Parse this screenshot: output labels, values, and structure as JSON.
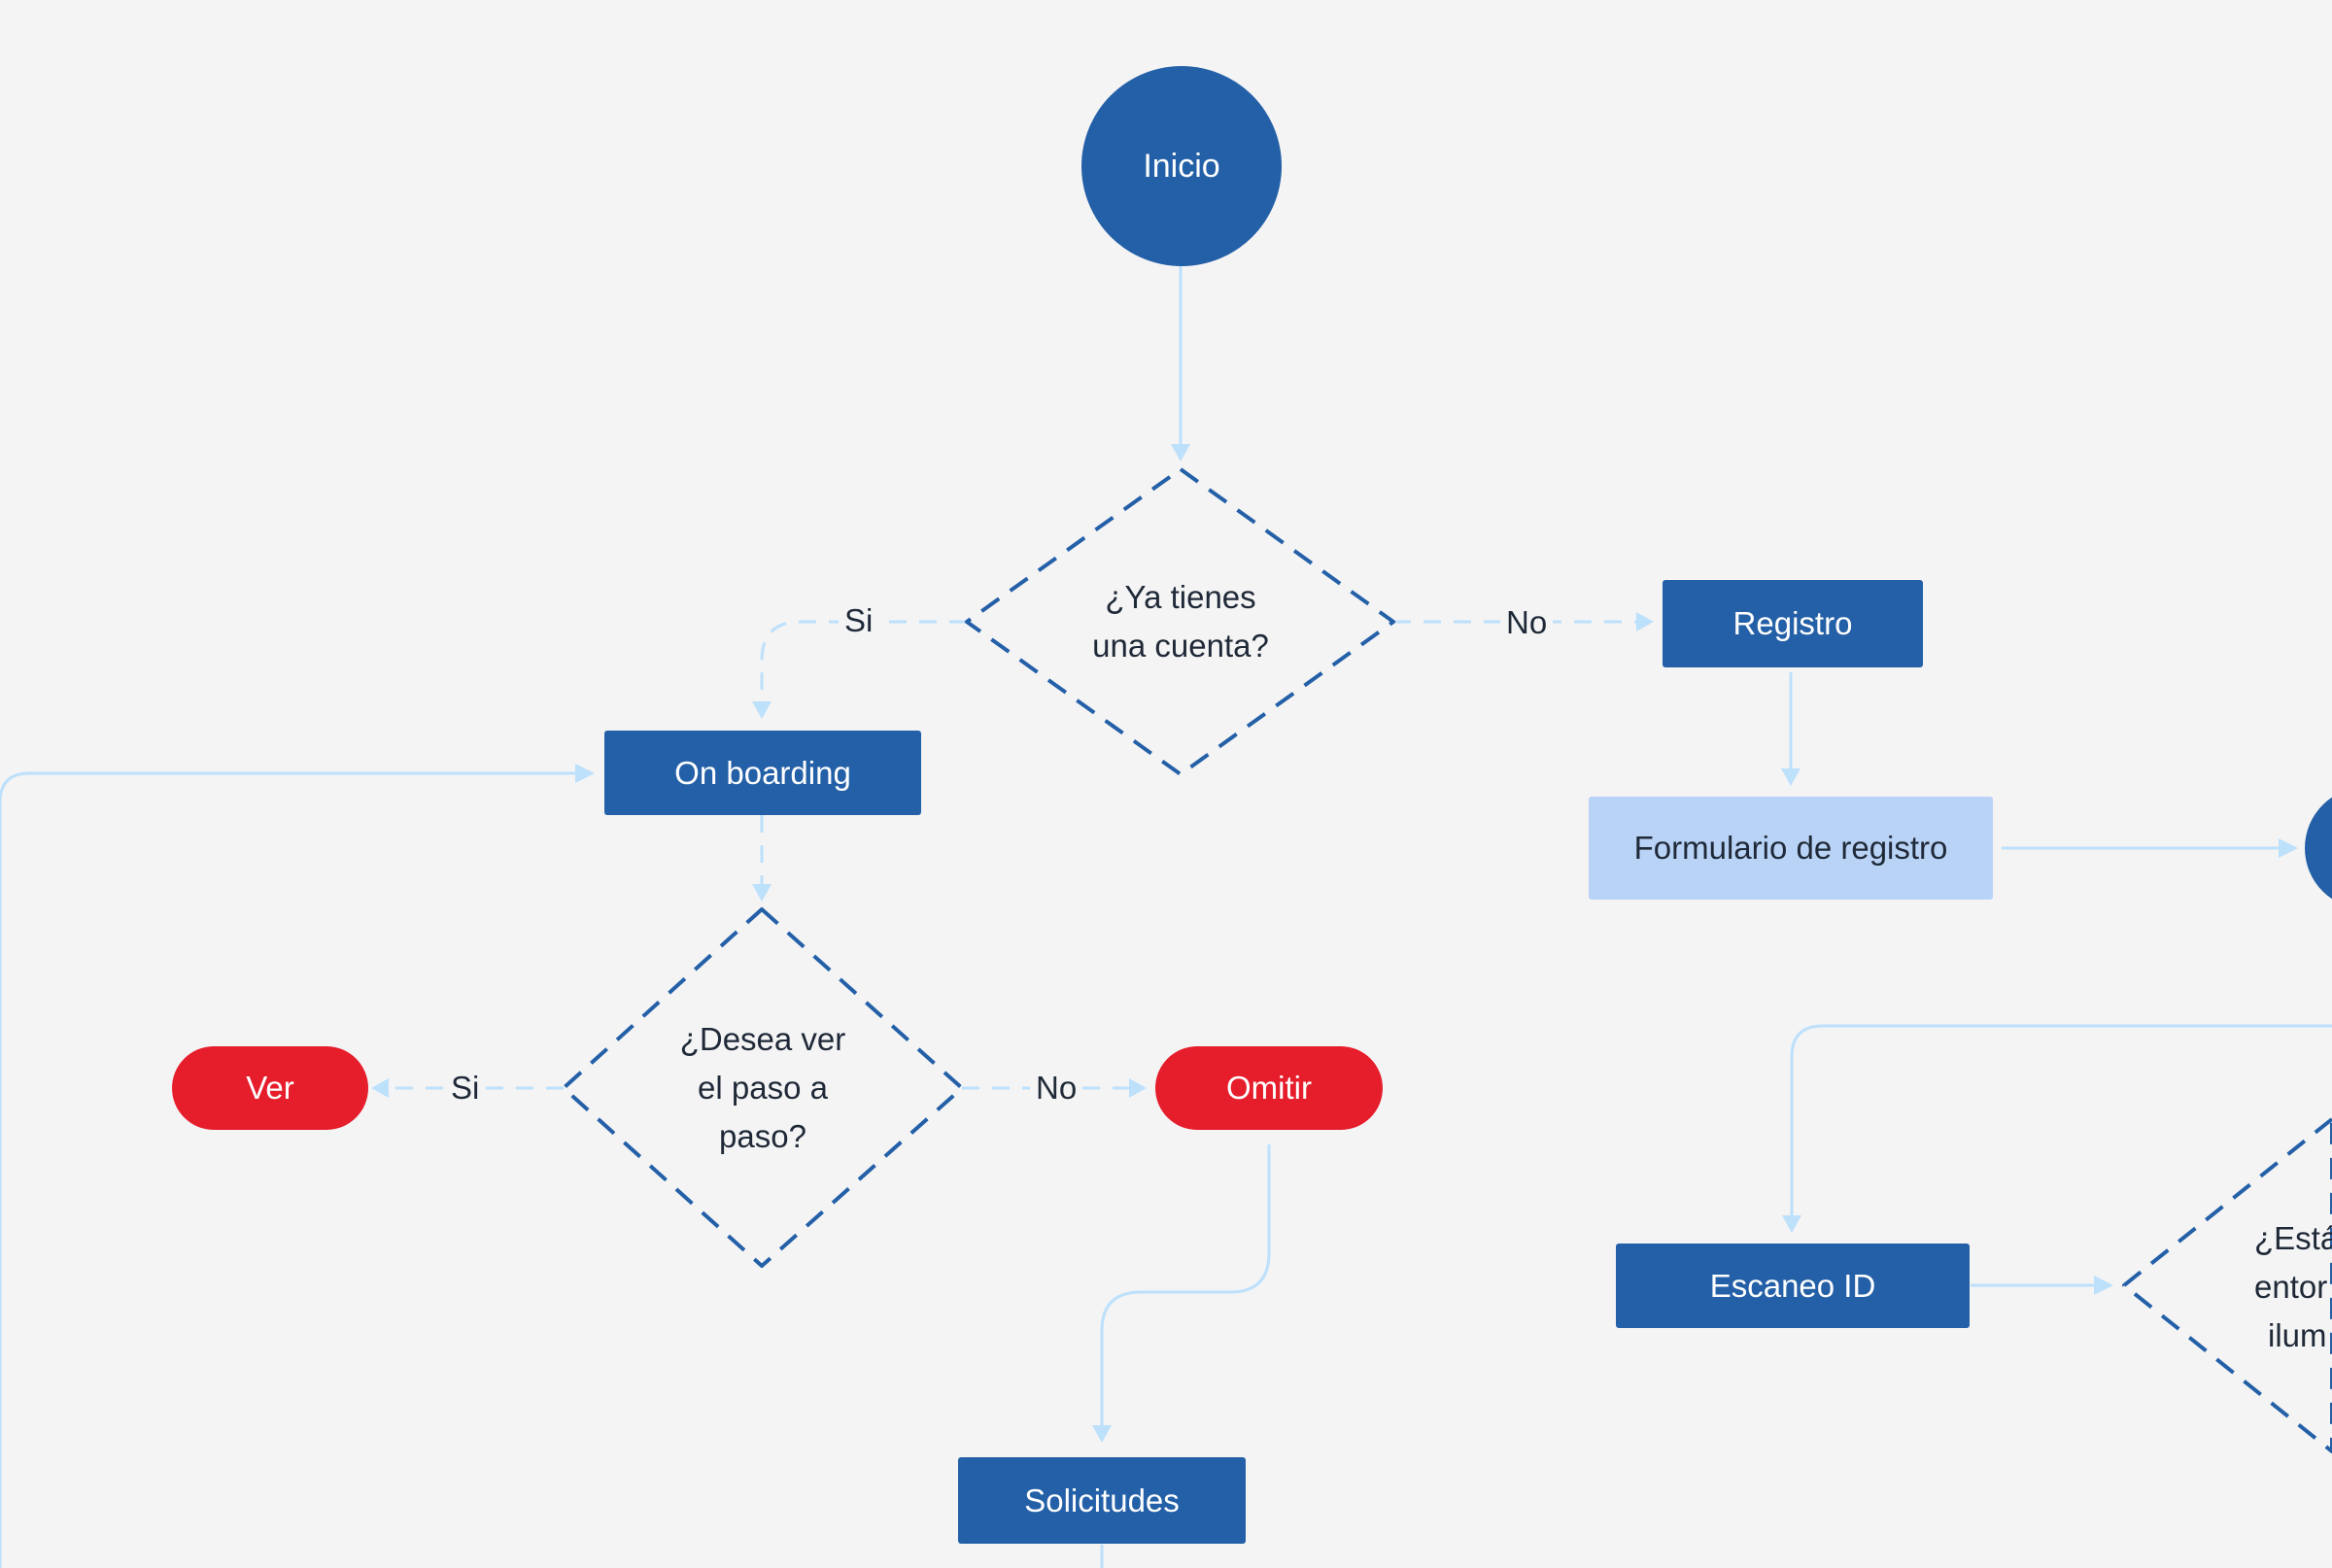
{
  "colors": {
    "background": "#f4f4f5",
    "primary": "#2460a7",
    "light_node": "#b9d3f7",
    "accent_red": "#e61d2b",
    "connector": "#bde0fb",
    "decision_border": "#2460a7"
  },
  "nodes": {
    "inicio": "Inicio",
    "cuenta_q1": "¿Ya tienes",
    "cuenta_q2": "una cuenta?",
    "registro": "Registro",
    "onboarding": "On boarding",
    "formulario": "Formulario de registro",
    "paso_q1": "¿Desea ver",
    "paso_q2": "el paso a",
    "paso_q3": "paso?",
    "ver": "Ver",
    "omitir": "Omitir",
    "solicitudes": "Solicitudes",
    "escaneo": "Escaneo ID",
    "entorno_q1": "¿Está",
    "entorno_q2": "entor",
    "entorno_q3": "ilum"
  },
  "edge_labels": {
    "cuenta_si": "Si",
    "cuenta_no": "No",
    "paso_si": "Si",
    "paso_no": "No"
  }
}
